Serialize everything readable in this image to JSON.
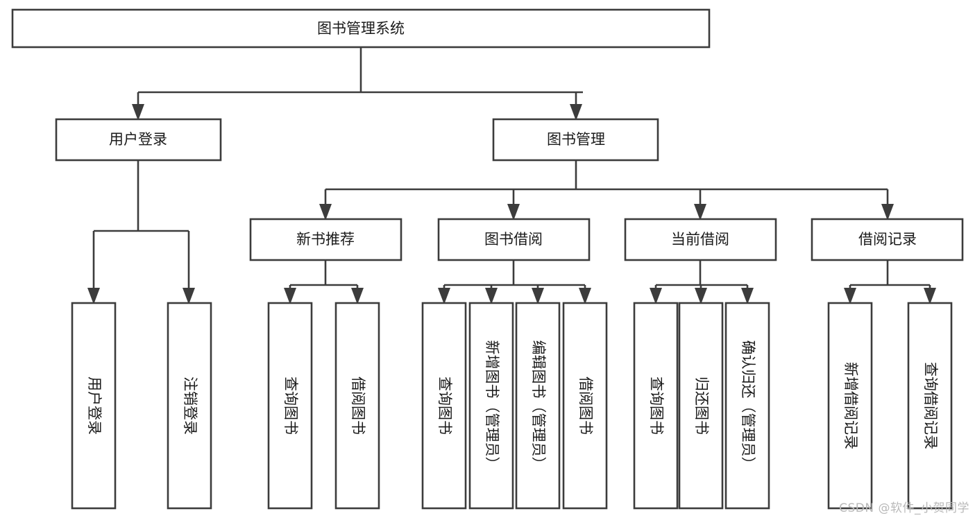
{
  "diagram": {
    "type": "tree",
    "title": "图书管理系统",
    "watermark": "CSDN @软件_小贺同学",
    "colors": {
      "box_stroke": "#3c3c3c",
      "box_fill": "#ffffff",
      "connector": "#3c3c3c",
      "text": "#1a1a1a",
      "watermark": "#b9b9b9",
      "background": "#ffffff"
    },
    "root": {
      "id": "root",
      "label": "图书管理系统",
      "orientation": "horizontal"
    },
    "level2": [
      {
        "id": "user-login",
        "label": "用户登录",
        "orientation": "horizontal"
      },
      {
        "id": "book-manage",
        "label": "图书管理",
        "orientation": "horizontal"
      }
    ],
    "level3": [
      {
        "id": "new-book-recommend",
        "label": "新书推荐",
        "orientation": "horizontal",
        "parent": "book-manage"
      },
      {
        "id": "book-borrow",
        "label": "图书借阅",
        "orientation": "horizontal",
        "parent": "book-manage"
      },
      {
        "id": "current-borrow",
        "label": "当前借阅",
        "orientation": "horizontal",
        "parent": "book-manage"
      },
      {
        "id": "borrow-record",
        "label": "借阅记录",
        "orientation": "horizontal",
        "parent": "book-manage"
      }
    ],
    "leaves": [
      {
        "id": "leaf-user-login",
        "label": "用户登录",
        "orientation": "vertical",
        "parent": "user-login"
      },
      {
        "id": "leaf-logout",
        "label": "注销登录",
        "orientation": "vertical",
        "parent": "user-login"
      },
      {
        "id": "leaf-query-book-1",
        "label": "查询图书",
        "orientation": "vertical",
        "parent": "new-book-recommend"
      },
      {
        "id": "leaf-borrow-book-1",
        "label": "借阅图书",
        "orientation": "vertical",
        "parent": "new-book-recommend"
      },
      {
        "id": "leaf-query-book-2",
        "label": "查询图书",
        "orientation": "vertical",
        "parent": "book-borrow"
      },
      {
        "id": "leaf-add-book",
        "label": "新增图书（管理员）",
        "orientation": "vertical",
        "parent": "book-borrow"
      },
      {
        "id": "leaf-edit-book",
        "label": "编辑图书（管理员）",
        "orientation": "vertical",
        "parent": "book-borrow"
      },
      {
        "id": "leaf-borrow-book-2",
        "label": "借阅图书",
        "orientation": "vertical",
        "parent": "book-borrow"
      },
      {
        "id": "leaf-query-book-3",
        "label": "查询图书",
        "orientation": "vertical",
        "parent": "current-borrow"
      },
      {
        "id": "leaf-return-book",
        "label": "归还图书",
        "orientation": "vertical",
        "parent": "current-borrow"
      },
      {
        "id": "leaf-confirm-return",
        "label": "确认归还（管理员）",
        "orientation": "vertical",
        "parent": "current-borrow"
      },
      {
        "id": "leaf-add-record",
        "label": "新增借阅记录",
        "orientation": "vertical",
        "parent": "borrow-record"
      },
      {
        "id": "leaf-query-record",
        "label": "查询借阅记录",
        "orientation": "vertical",
        "parent": "borrow-record"
      }
    ]
  }
}
